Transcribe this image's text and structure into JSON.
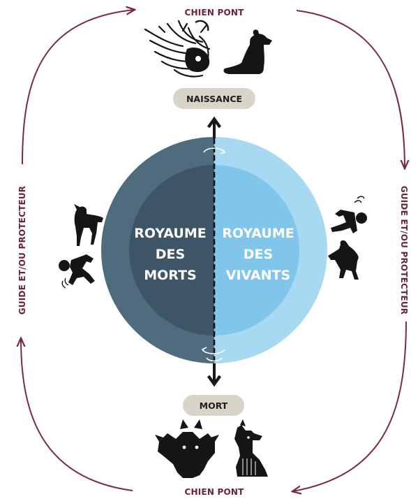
{
  "labels": {
    "top": "CHIEN PONT",
    "bottom": "CHIEN PONT",
    "left": "GUIDE ET/OU PROTECTEUR",
    "right": "GUIDE ET/OU PROTECTEUR"
  },
  "pills": {
    "birth": "NAISSANCE",
    "death": "MORT"
  },
  "realms": {
    "dead": [
      "ROYAUME",
      "DES",
      "MORTS"
    ],
    "living": [
      "ROYAUME",
      "DES",
      "VIVANTS"
    ]
  },
  "colors": {
    "cycle_arrow": "#7b2b3f",
    "label_text": "#6b2435",
    "dead_outer": "#4f6b7e",
    "dead_inner": "#3d5566",
    "living_outer": "#a7d9f2",
    "living_inner": "#7fc6ea",
    "pill_bg": "#d9d4ca",
    "axis": "#1a1a1a",
    "icon_fill": "#151515"
  },
  "icons": {
    "top_left": "feathered-serpent-icon",
    "top_right": "sitting-dog-icon",
    "left_top": "walking-dog-icon",
    "left_bottom": "falling-person-icon",
    "right_top": "falling-person-icon",
    "right_bottom": "standing-dog-icon",
    "bottom_left": "cerberus-icon",
    "bottom_right": "anubis-icon"
  }
}
